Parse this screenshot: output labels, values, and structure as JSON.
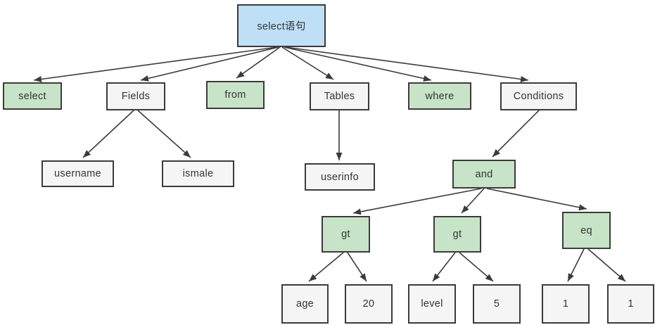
{
  "diagram": {
    "type": "tree",
    "description": "select statement parse tree",
    "nodes": [
      {
        "id": "root",
        "label": "select语句",
        "fill": "blue"
      },
      {
        "id": "select",
        "label": "select",
        "fill": "green"
      },
      {
        "id": "fields",
        "label": "Fields",
        "fill": "plain"
      },
      {
        "id": "from",
        "label": "from",
        "fill": "green"
      },
      {
        "id": "tables",
        "label": "Tables",
        "fill": "plain"
      },
      {
        "id": "where",
        "label": "where",
        "fill": "green"
      },
      {
        "id": "conditions",
        "label": "Conditions",
        "fill": "plain"
      },
      {
        "id": "username",
        "label": "username",
        "fill": "plain"
      },
      {
        "id": "ismale",
        "label": "ismale",
        "fill": "plain"
      },
      {
        "id": "userinfo",
        "label": "userinfo",
        "fill": "plain"
      },
      {
        "id": "and",
        "label": "and",
        "fill": "green"
      },
      {
        "id": "gt1",
        "label": "gt",
        "fill": "green"
      },
      {
        "id": "gt2",
        "label": "gt",
        "fill": "green"
      },
      {
        "id": "eq",
        "label": "eq",
        "fill": "green"
      },
      {
        "id": "age",
        "label": "age",
        "fill": "plain"
      },
      {
        "id": "num20",
        "label": "20",
        "fill": "plain"
      },
      {
        "id": "level",
        "label": "level",
        "fill": "plain"
      },
      {
        "id": "num5",
        "label": "5",
        "fill": "plain"
      },
      {
        "id": "num1a",
        "label": "1",
        "fill": "plain"
      },
      {
        "id": "num1b",
        "label": "1",
        "fill": "plain"
      }
    ],
    "edges": [
      [
        "root",
        "select"
      ],
      [
        "root",
        "fields"
      ],
      [
        "root",
        "from"
      ],
      [
        "root",
        "tables"
      ],
      [
        "root",
        "where"
      ],
      [
        "root",
        "conditions"
      ],
      [
        "fields",
        "username"
      ],
      [
        "fields",
        "ismale"
      ],
      [
        "tables",
        "userinfo"
      ],
      [
        "conditions",
        "and"
      ],
      [
        "and",
        "gt1"
      ],
      [
        "and",
        "gt2"
      ],
      [
        "and",
        "eq"
      ],
      [
        "gt1",
        "age"
      ],
      [
        "gt1",
        "num20"
      ],
      [
        "gt2",
        "level"
      ],
      [
        "gt2",
        "num5"
      ],
      [
        "eq",
        "num1a"
      ],
      [
        "eq",
        "num1b"
      ]
    ]
  },
  "colors": {
    "root_fill": "#BEDFF6",
    "keyword_fill": "#C8E4C8",
    "plain_fill": "#F5F5F5",
    "border": "#3B3B3B",
    "text": "#333333",
    "arrow": "#3B3B3B",
    "background": "#FFFFFF"
  }
}
